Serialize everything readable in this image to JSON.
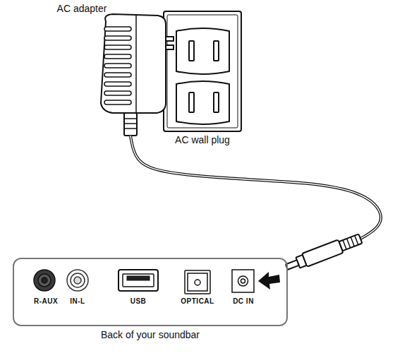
{
  "diagram": {
    "nodes": [
      {
        "text": [
          "Back of your soundbar"
        ]
      }
    ],
    "labels": [
      "AC adapter",
      "AC wall plug",
      "R-AUX",
      "IN-L",
      "USB",
      "OPTICAL",
      "DC IN"
    ]
  }
}
